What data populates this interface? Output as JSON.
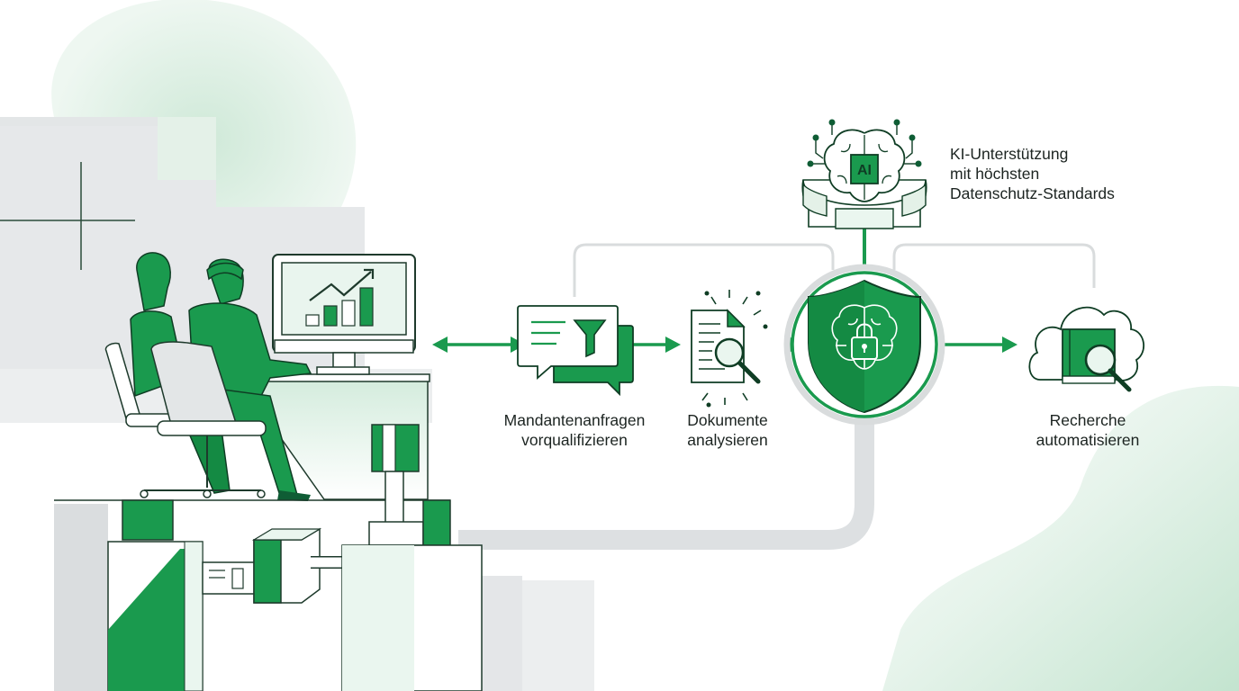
{
  "note": {
    "line1": "KI-Unterstützung",
    "line2": "mit höchsten",
    "line3": "Datenschutz-Standards"
  },
  "steps": [
    {
      "line1": "Mandantenanfragen",
      "line2": "vorqualifizieren"
    },
    {
      "line1": "Dokumente",
      "line2": "analysieren"
    },
    {
      "line1": "Recherche",
      "line2": "automatisieren"
    }
  ],
  "chip": {
    "text": "AI"
  },
  "colors": {
    "green": "#1a9a4e",
    "dark": "#0f5d35",
    "light": "#e7f4ec",
    "gray": "#d9dcdd"
  }
}
